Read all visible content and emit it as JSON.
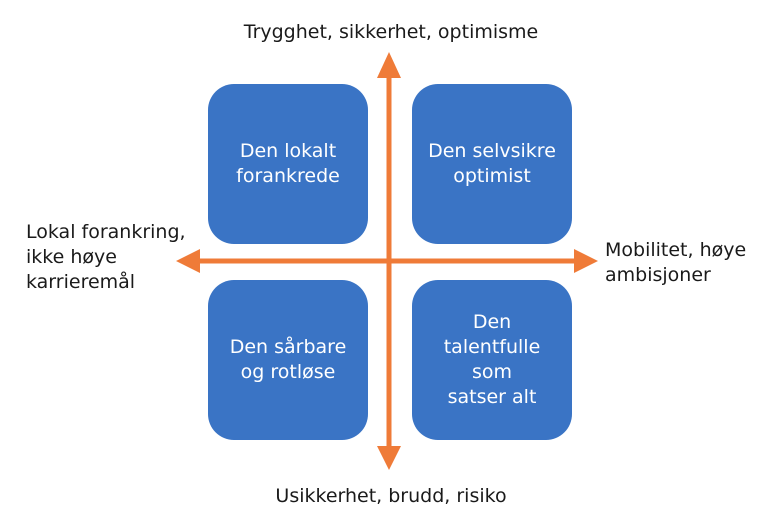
{
  "axes": {
    "top": "Trygghet, sikkerhet, optimisme",
    "bottom": "Usikkerhet, brudd, risiko",
    "left": "Lokal forankring,\nikke høye\nkarrieremål",
    "right": "Mobilitet, høye\nambisjoner"
  },
  "quadrants": {
    "top_left": "Den lokalt\nforankrede",
    "top_right": "Den selvsikre\noptimist",
    "bottom_left": "Den sårbare\nog rotløse",
    "bottom_right": "Den\ntalentfulle\nsom\nsatser alt"
  },
  "colors": {
    "quadrant_fill": "#3a74c5",
    "arrow": "#ef7b38",
    "text": "#1a1a1a"
  }
}
